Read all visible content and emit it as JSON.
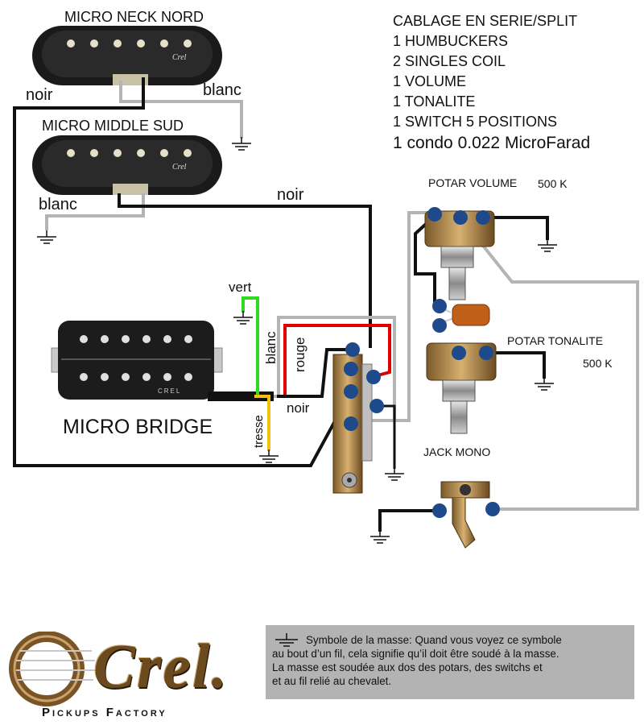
{
  "spec": {
    "line1": "CABLAGE EN SERIE/SPLIT",
    "line2": "1 HUMBUCKERS",
    "line3": "2 SINGLES COIL",
    "line4": "1 VOLUME",
    "line5": "1 TONALITE",
    "line6": "1 SWITCH 5 POSITIONS",
    "line7": "1 condo 0.022 MicroFarad"
  },
  "pickups": {
    "neck": "MICRO NECK NORD",
    "middle": "MICRO MIDDLE SUD",
    "bridge": "MICRO BRIDGE"
  },
  "pots": {
    "volume": "POTAR VOLUME",
    "volume_value": "500 K",
    "tone": "POTAR TONALITE",
    "tone_value": "500 K",
    "jack": "JACK MONO"
  },
  "wires": {
    "neck_black": "noir",
    "neck_white": "blanc",
    "middle_black": "noir",
    "middle_white": "blanc",
    "vert": "vert",
    "blanc": "blanc",
    "rouge": "rouge",
    "noir": "noir",
    "tresse": "tresse"
  },
  "pickup_brand": "Crel",
  "legend": {
    "line1": "Symbole de la masse: Quand vous voyez ce symbole",
    "line2": "au bout d’un fil, cela signifie qu’il doit être soudé à la masse.",
    "line3": "La masse est soudée aux dos des potars, des switchs et",
    "line4": "et au fil relié au chevalet."
  },
  "logo": {
    "word": "Crel.",
    "tagline": "Pickups Factory"
  },
  "colors": {
    "wire_black": "#111111",
    "wire_white": "#b4b4b4",
    "wire_red": "#e00000",
    "wire_green": "#2edb1e",
    "wire_yellow": "#f4c20d",
    "solder": "#1e4a8c"
  }
}
